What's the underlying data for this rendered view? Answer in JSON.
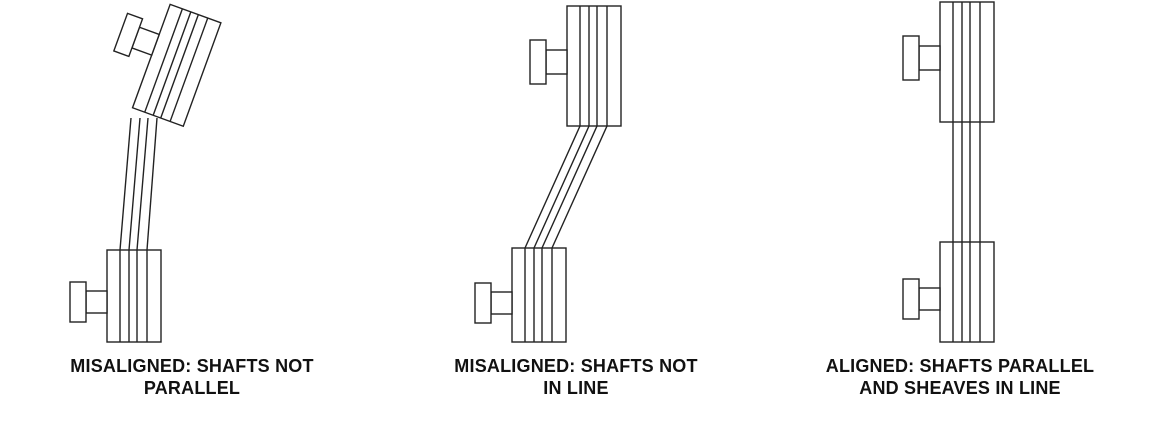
{
  "panels": [
    {
      "line1": "MISALIGNED: SHAFTS NOT",
      "line2": "PARALLEL"
    },
    {
      "line1": "MISALIGNED: SHAFTS NOT",
      "line2": "IN LINE"
    },
    {
      "line1": "ALIGNED: SHAFTS PARALLEL",
      "line2": "AND SHEAVES IN LINE"
    }
  ]
}
